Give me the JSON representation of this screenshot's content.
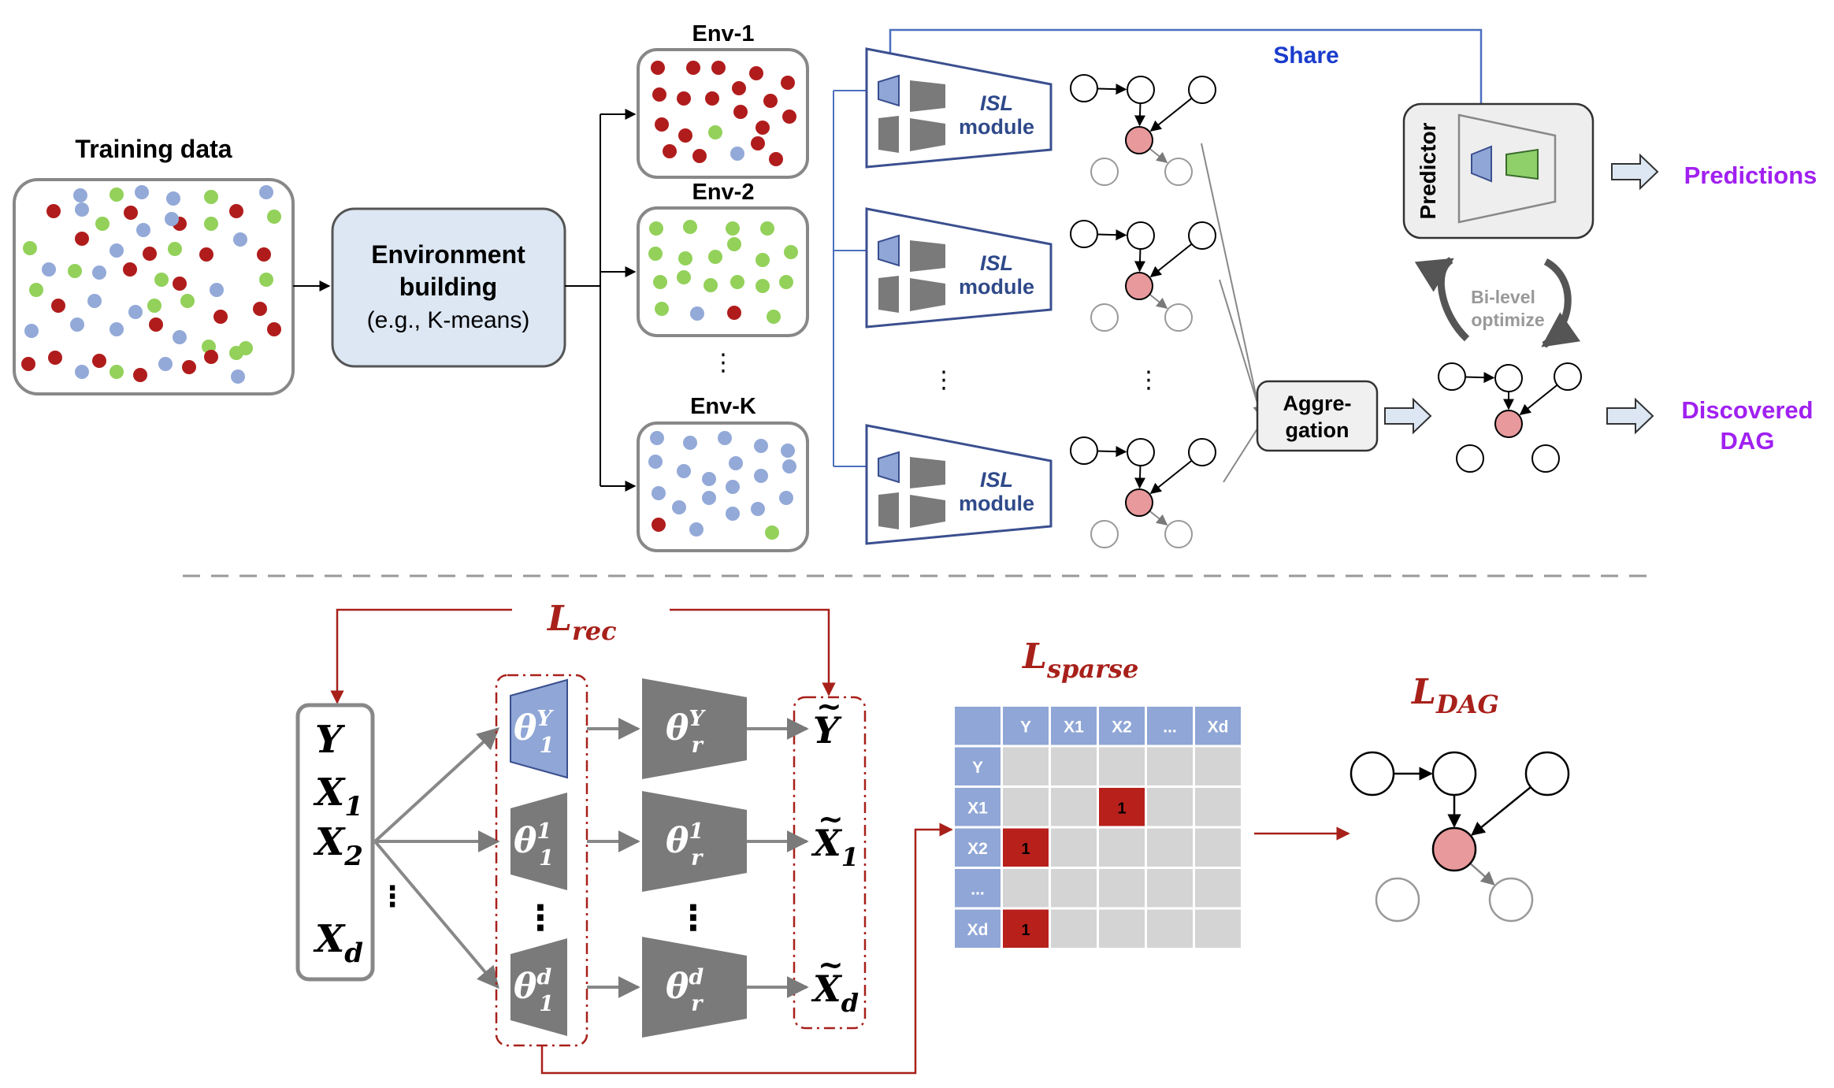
{
  "top": {
    "training_title": "Training data",
    "env_building_line1": "Environment",
    "env_building_line2": "building",
    "env_building_line3": "(e.g., K-means)",
    "env1": "Env-1",
    "env2": "Env-2",
    "envk": "Env-K",
    "env_dots": "⋮",
    "isl_word1": "ISL",
    "isl_word2": "module",
    "share": "Share",
    "predictor": "Predictor",
    "predictions": "Predictions",
    "bilevel_line1": "Bi-level",
    "bilevel_line2": "optimize",
    "aggregation_line1": "Aggre-",
    "aggregation_line2": "gation",
    "discovered_line1": "Discovered",
    "discovered_line2": "DAG",
    "vdots": "⋮"
  },
  "bottom": {
    "l_rec_main": "L",
    "l_rec_sub": "rec",
    "l_sparse_main": "L",
    "l_sparse_sub": "sparse",
    "l_dag_main": "L",
    "l_dag_sub": "DAG",
    "inputs": [
      {
        "main": "Y",
        "sub": ""
      },
      {
        "main": "X",
        "sub": "1"
      },
      {
        "main": "X",
        "sub": "2"
      },
      {
        "main": "X",
        "sub": "d"
      }
    ],
    "input_dots": "⋮",
    "theta": "θ",
    "enc": [
      {
        "sup": "Y",
        "sub": "1"
      },
      {
        "sup": "1",
        "sub": "1"
      },
      {
        "sup": "d",
        "sub": "1"
      }
    ],
    "dec": [
      {
        "sup": "Y",
        "sub": "r"
      },
      {
        "sup": "1",
        "sub": "r"
      },
      {
        "sup": "d",
        "sub": "r"
      }
    ],
    "outputs": [
      {
        "main": "Y",
        "sub": ""
      },
      {
        "main": "X",
        "sub": "1"
      },
      {
        "main": "X",
        "sub": "d"
      }
    ],
    "tilde": "~",
    "mid_dots": "⋮",
    "matrix": {
      "col_headers": [
        "Y",
        "X1",
        "X2",
        "...",
        "Xd"
      ],
      "row_headers": [
        "Y",
        "X1",
        "X2",
        "...",
        "Xd"
      ],
      "cells": [
        [
          "",
          "",
          "",
          "",
          ""
        ],
        [
          "",
          "",
          "1",
          "",
          ""
        ],
        [
          "1",
          "",
          "",
          "",
          ""
        ],
        [
          "",
          "",
          "",
          "",
          ""
        ],
        [
          "1",
          "",
          "",
          "",
          ""
        ]
      ]
    }
  },
  "colors": {
    "red_dot": "#b01c1c",
    "green_dot": "#93d15a",
    "blue_dot": "#93a9d8",
    "blue_box": "#dce7f3",
    "encoder_blue": "#8fa6d6",
    "gray_block": "#7a7a7a",
    "dark_red": "#a8201a",
    "purple": "#a020f0",
    "share_blue": "#1a3ccc",
    "node_pink": "#e8999c",
    "green_block": "#8fd06b",
    "matrix_header": "#8fa6d6",
    "matrix_cell": "#d4d4d4",
    "matrix_red": "#b8201c"
  }
}
